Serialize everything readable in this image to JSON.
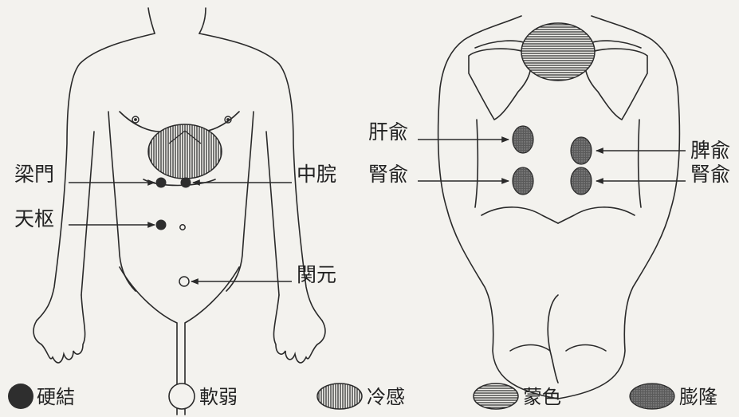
{
  "front_view": {
    "labels": {
      "ryomon": "梁門",
      "tensu": "天枢",
      "chukan": "中脘",
      "kangen": "関元"
    }
  },
  "back_view": {
    "labels": {
      "kanyu": "肝兪",
      "jinyu_left": "腎兪",
      "hiyu": "脾兪",
      "jinyu_right": "腎兪"
    }
  },
  "legend": {
    "hard": "硬結",
    "soft": "軟弱",
    "cold": "冷感",
    "color": "蒙色",
    "bulge": "膨隆"
  },
  "colors": {
    "ink": "#2a2a2a",
    "dark_fill": "#3a3a3a",
    "background": "#f3f2ee"
  }
}
